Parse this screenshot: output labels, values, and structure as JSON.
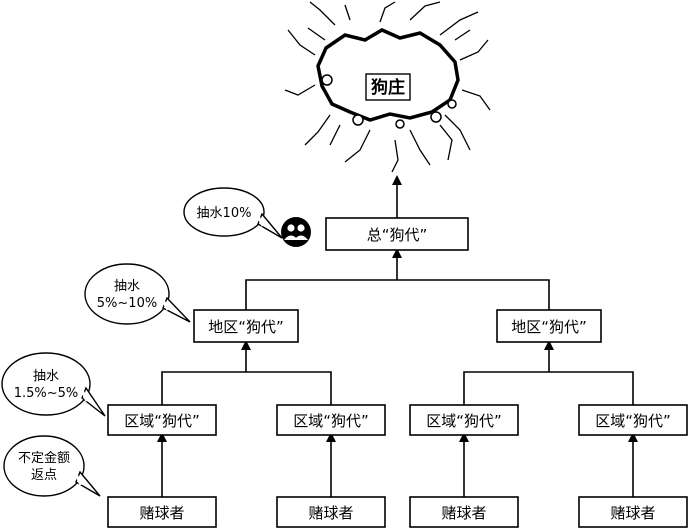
{
  "nodes": {
    "boss": "狗庄",
    "chief_agent": "总“狗代”",
    "regional_agent_left": "地区“狗代”",
    "regional_agent_right": "地区“狗代”",
    "zone_agent_1": "区域“狗代”",
    "zone_agent_2": "区域“狗代”",
    "zone_agent_3": "区域“狗代”",
    "zone_agent_4": "区域“狗代”",
    "gambler_1": "赌球者",
    "gambler_2": "赌球者",
    "gambler_3": "赌球者",
    "gambler_4": "赌球者"
  },
  "annotations": {
    "chief_commission": "抽水10%",
    "regional_commission_line1": "抽水",
    "regional_commission_line2": "5%~10%",
    "zone_commission_line1": "抽水",
    "zone_commission_line2": "1.5%~5%",
    "rebate_line1": "不定金额",
    "rebate_line2": "返点"
  },
  "icons": {
    "user_group": "users-icon"
  }
}
